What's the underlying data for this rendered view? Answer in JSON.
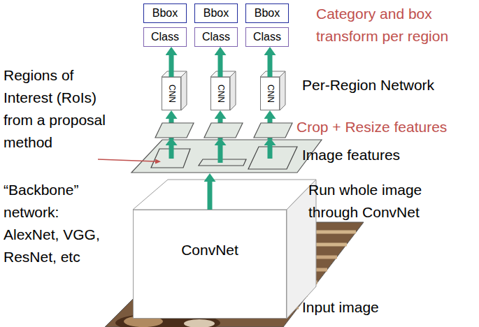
{
  "diagram": {
    "nodes": [
      {
        "text": [
          "Bbox"
        ]
      },
      {
        "text": [
          "Bbox"
        ]
      },
      {
        "text": [
          "Bbox"
        ]
      },
      {
        "text": [
          "Class"
        ]
      },
      {
        "text": [
          "Class"
        ]
      },
      {
        "text": [
          "Class"
        ]
      },
      {
        "text": [
          "CNN"
        ]
      },
      {
        "text": [
          "CNN"
        ]
      },
      {
        "text": [
          "CNN"
        ]
      },
      {
        "text": [
          "Image features"
        ]
      },
      {
        "text": [
          "ConvNet"
        ]
      }
    ],
    "edges": [
      {
        "from": 10,
        "to": 9,
        "arrow": "to"
      },
      {
        "from": 9,
        "to": 6,
        "arrow": "to"
      },
      {
        "from": 9,
        "to": 7,
        "arrow": "to"
      },
      {
        "from": 9,
        "to": 8,
        "arrow": "to"
      },
      {
        "from": 6,
        "to": 3,
        "arrow": "to"
      },
      {
        "from": 7,
        "to": 4,
        "arrow": "to"
      },
      {
        "from": 8,
        "to": 5,
        "arrow": "to"
      }
    ],
    "labels": [
      "Category and box transform per region",
      "Regions of Interest (RoIs) from a proposal method",
      "Per-Region Network",
      "Crop + Resize features",
      "“Backbone” network: AlexNet, VGG, ResNet, etc",
      "Run whole image through ConvNet",
      "Input image"
    ]
  }
}
